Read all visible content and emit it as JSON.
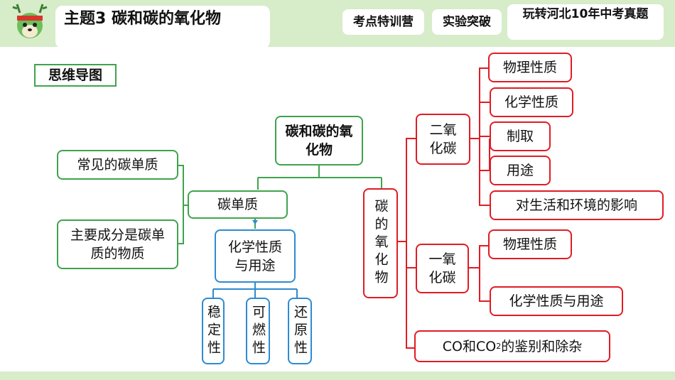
{
  "header": {
    "title": "主题3   碳和碳的氧化物",
    "tabs": [
      "考点特训营",
      "实验突破",
      "玩转河北10年中考真题"
    ]
  },
  "section_label": "思维导图",
  "mindmap": {
    "root": "碳和碳的氧化物",
    "left_branch": {
      "label": "碳单质",
      "children": [
        "常见的碳单质",
        "主要成分是碳单质的物质"
      ],
      "sub": {
        "label": "化学性质与用途",
        "children": [
          "稳定性",
          "可燃性",
          "还原性"
        ]
      }
    },
    "right_branch": {
      "label": "碳的氧化物",
      "co2": {
        "label": "二氧化碳",
        "children": [
          "物理性质",
          "化学性质",
          "制取",
          "用途",
          "对生活和环境的影响"
        ]
      },
      "co": {
        "label": "一氧化碳",
        "children": [
          "物理性质",
          "化学性质与用途"
        ]
      },
      "compare": {
        "pre": "CO和CO",
        "sub": "2",
        "post": "的鉴别和除杂"
      }
    }
  },
  "colors": {
    "green": "#3fa34d",
    "red": "#e01c24",
    "blue": "#2e8bd1",
    "band": "#d7ecc9"
  }
}
